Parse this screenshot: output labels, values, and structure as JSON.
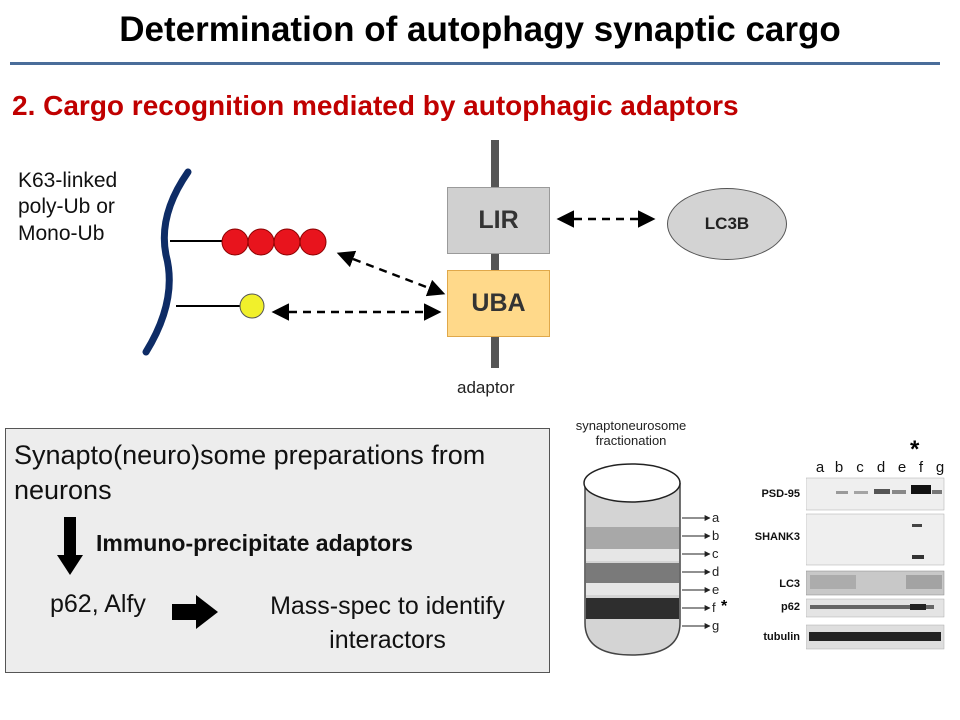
{
  "title": "Determination of autophagy synaptic cargo",
  "subtitle": "2. Cargo recognition mediated by autophagic adaptors",
  "diagram": {
    "ub_label_lines": [
      "K63-linked",
      "poly-Ub or",
      "Mono-Ub"
    ],
    "lir_label": "LIR",
    "uba_label": "UBA",
    "lc3b_label": "LC3B",
    "adaptor_label": "adaptor",
    "colors": {
      "poly_ub": "#e8141d",
      "mono_ub": "#f1f02b",
      "membrane": "#0e2c66",
      "uba": "#ffd98a",
      "lir": "#d0d0d0"
    }
  },
  "procedure": {
    "prep_text": "Synapto(neuro)some preparations from neurons",
    "ip_label": "Immuno-precipitate adaptors",
    "adaptors": "p62, Alfy",
    "ms_label": "Mass-spec to identify interactors"
  },
  "fractionation": {
    "title_lines": [
      "synaptoneurosome",
      "fractionation"
    ],
    "fractions": [
      "a",
      "b",
      "c",
      "d",
      "e",
      "f",
      "g"
    ],
    "marker": "*"
  },
  "blot": {
    "lanes": [
      "a",
      "b",
      "c",
      "d",
      "e",
      "f",
      "g"
    ],
    "star": "*",
    "rows": [
      "PSD-95",
      "SHANK3",
      "LC3",
      "p62",
      "tubulin"
    ]
  }
}
